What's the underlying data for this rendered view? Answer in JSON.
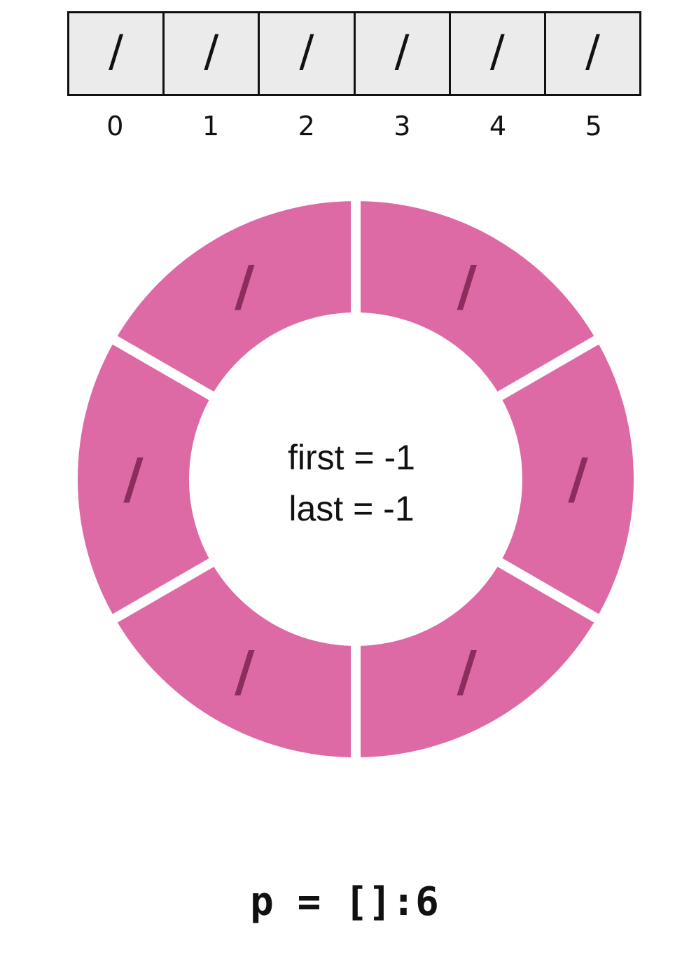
{
  "array": {
    "cells": [
      "/",
      "/",
      "/",
      "/",
      "/",
      "/"
    ],
    "indices": [
      "0",
      "1",
      "2",
      "3",
      "4",
      "5"
    ]
  },
  "ring": {
    "segments": [
      "/",
      "/",
      "/",
      "/",
      "/",
      "/"
    ],
    "first_label": "first = -1",
    "last_label": "last = -1",
    "segment_color": "#dd6aa4",
    "slash_color": "#8c2d5e"
  },
  "pointer": {
    "text": "p = []:6"
  }
}
